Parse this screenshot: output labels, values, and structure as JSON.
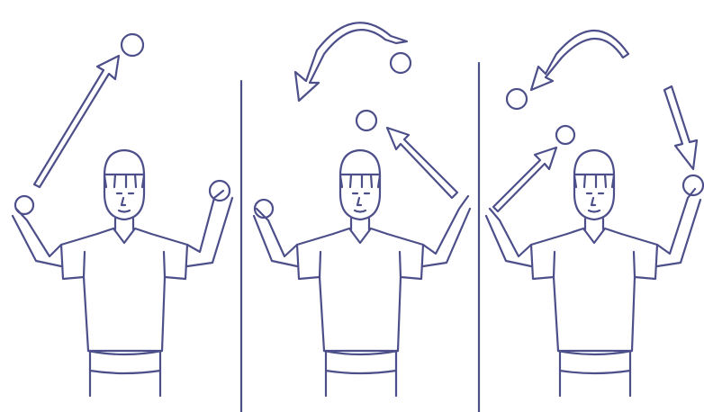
{
  "ink_color": "#4d4f8a",
  "background_color": "#ffffff",
  "panels": [
    {
      "id": "panel-1",
      "balls_in_hands": [
        "left",
        "right"
      ],
      "balls_in_air": 1,
      "arrows": [
        {
          "direction": "up-right",
          "shape": "straight"
        }
      ]
    },
    {
      "id": "panel-2",
      "balls_in_hands": [
        "left"
      ],
      "balls_in_air": 2,
      "arrows": [
        {
          "direction": "down-left",
          "shape": "curved"
        },
        {
          "direction": "up-left",
          "shape": "straight"
        }
      ]
    },
    {
      "id": "panel-3",
      "balls_in_hands": [
        "right"
      ],
      "balls_in_air": 2,
      "arrows": [
        {
          "direction": "down-left",
          "shape": "curved"
        },
        {
          "direction": "up-right",
          "shape": "straight"
        },
        {
          "direction": "down",
          "shape": "straight"
        }
      ]
    }
  ]
}
